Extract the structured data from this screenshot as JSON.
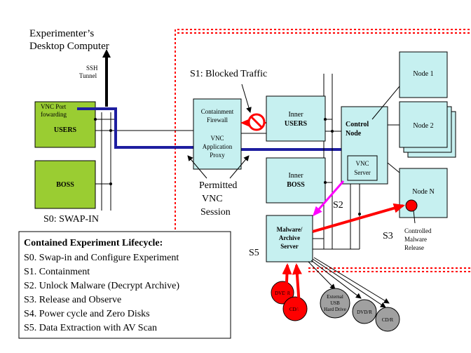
{
  "title": {
    "line1": "Experimenter’s",
    "line2": "Desktop Computer"
  },
  "ssh_tunnel": {
    "line1": "SSH",
    "line2": "Tunnel"
  },
  "users_box": {
    "line1": "VNC Port",
    "line2": "fowarding",
    "label": "USERS"
  },
  "boss_box": {
    "label": "BOSS"
  },
  "swap_in": "S0: SWAP-IN",
  "firewall": {
    "line1": "Containment",
    "line2": "Firewall",
    "line3": "VNC",
    "line4": "Application",
    "line5": "Proxy"
  },
  "blocked_traffic": "S1: Blocked Traffic",
  "permitted": {
    "line1": "Permitted",
    "line2": "VNC",
    "line3": "Session"
  },
  "inner_users": {
    "line1": "Inner",
    "line2": "USERS"
  },
  "inner_boss": {
    "line1": "Inner",
    "line2": "BOSS"
  },
  "control_node": {
    "line1": "Control",
    "line2": "Node"
  },
  "vnc_server": {
    "line1": "VNC",
    "line2": "Server"
  },
  "nodes": {
    "node1": "Node 1",
    "node2": "Node 2",
    "nodeN": "Node N"
  },
  "s2": "S2",
  "s3": "S3",
  "s5": "S5",
  "controlled_release": {
    "line1": "Controlled",
    "line2": "Malware",
    "line3": "Release"
  },
  "malware_server": {
    "line1": "Malware/",
    "line2": "Archive",
    "line3": "Server"
  },
  "media_red": {
    "disk1": "DVD/R",
    "disk2": "CD/R"
  },
  "media_gray": {
    "usb_line1": "External",
    "usb_line2": "USB",
    "usb_line3": "Hard Drive",
    "dvd": "DVD/R",
    "cd": "CD/R"
  },
  "lifecycle": {
    "heading": "Contained Experiment Lifecycle:",
    "items": [
      "S0. Swap-in and Configure Experiment",
      "S1. Containment",
      "S2. Unlock Malware (Decrypt Archive)",
      "S3. Release and Observe",
      "S4. Power cycle and Zero Disks",
      "S5. Data Extraction with AV Scan"
    ]
  },
  "colors": {
    "green": "#9acd32",
    "cyan": "#c6f0f0",
    "blue": "#1e1ea0",
    "red": "#ff0000",
    "magenta": "#ff00ff",
    "gray": "#a0a0a0"
  }
}
